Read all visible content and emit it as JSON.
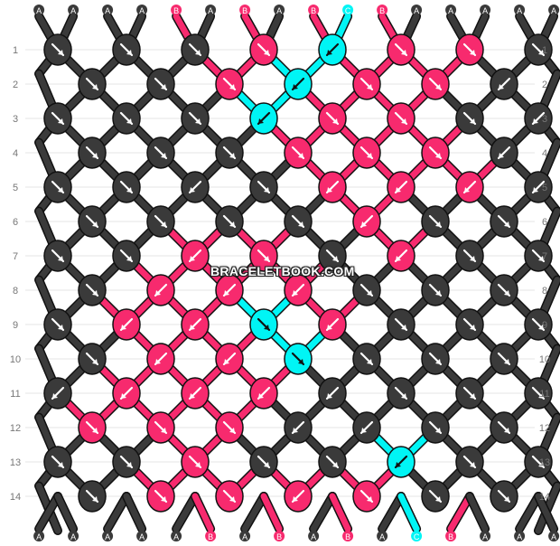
{
  "site_watermark": "BRACELETBOOK.COM",
  "colors": {
    "A": "#3a3a3a",
    "B": "#f72a6e",
    "C": "#00f5f5"
  },
  "string_labels_top": [
    "A",
    "A",
    "A",
    "A",
    "B",
    "A",
    "B",
    "A",
    "B",
    "C",
    "B",
    "A",
    "A",
    "A",
    "A",
    "A"
  ],
  "string_labels_bottom": [
    "A",
    "A",
    "A",
    "A",
    "A",
    "B",
    "A",
    "B",
    "A",
    "B",
    "A",
    "C",
    "B",
    "A",
    "A",
    "A"
  ],
  "row_numbers": [
    "1",
    "2",
    "3",
    "4",
    "5",
    "6",
    "7",
    "8",
    "9",
    "10",
    "11",
    "12",
    "13",
    "14"
  ],
  "knot_color_rows": [
    [
      "A",
      "A",
      "A",
      "B",
      "C",
      "B",
      "B",
      "A"
    ],
    [
      "A",
      "A",
      "B",
      "C",
      "B",
      "B",
      "A"
    ],
    [
      "A",
      "A",
      "A",
      "C",
      "B",
      "B",
      "A",
      "A"
    ],
    [
      "A",
      "A",
      "A",
      "B",
      "B",
      "B",
      "A"
    ],
    [
      "A",
      "A",
      "A",
      "A",
      "B",
      "B",
      "B",
      "A"
    ],
    [
      "A",
      "A",
      "A",
      "A",
      "B",
      "A",
      "A"
    ],
    [
      "A",
      "A",
      "B",
      "B",
      "A",
      "B",
      "A",
      "A"
    ],
    [
      "A",
      "B",
      "B",
      "B",
      "A",
      "A",
      "A"
    ],
    [
      "A",
      "B",
      "B",
      "C",
      "B",
      "A",
      "A",
      "A"
    ],
    [
      "A",
      "B",
      "B",
      "C",
      "A",
      "A",
      "A"
    ],
    [
      "A",
      "B",
      "B",
      "B",
      "A",
      "A",
      "A",
      "A"
    ],
    [
      "B",
      "B",
      "B",
      "A",
      "A",
      "A",
      "A"
    ],
    [
      "A",
      "A",
      "B",
      "A",
      "A",
      "C",
      "A",
      "A"
    ],
    [
      "A",
      "B",
      "B",
      "B",
      "B",
      "A",
      "A"
    ]
  ],
  "knot_direction_rows": [
    [
      "right",
      "right",
      "right",
      "right",
      "left",
      "right",
      "right",
      "right"
    ],
    [
      "right",
      "right",
      "right",
      "left",
      "right",
      "right",
      "left"
    ],
    [
      "right",
      "right",
      "right",
      "left",
      "right",
      "right",
      "right",
      "left"
    ],
    [
      "right",
      "right",
      "right",
      "right",
      "right",
      "right",
      "left"
    ],
    [
      "right",
      "right",
      "left",
      "right",
      "left",
      "left",
      "left",
      "left"
    ],
    [
      "right",
      "right",
      "right",
      "right",
      "left",
      "right",
      "right"
    ],
    [
      "right",
      "right",
      "left",
      "right",
      "right",
      "left",
      "right",
      "right"
    ],
    [
      "right",
      "left",
      "left",
      "left",
      "right",
      "right",
      "right"
    ],
    [
      "right",
      "left",
      "left",
      "right",
      "left",
      "right",
      "right",
      "right"
    ],
    [
      "right",
      "left",
      "left",
      "right",
      "right",
      "right",
      "right"
    ],
    [
      "left",
      "left",
      "left",
      "left",
      "left",
      "right",
      "right",
      "right"
    ],
    [
      "right",
      "right",
      "right",
      "left",
      "left",
      "right",
      "right"
    ],
    [
      "right",
      "right",
      "right",
      "right",
      "right",
      "left",
      "right",
      "right"
    ],
    [
      "right",
      "right",
      "right",
      "left",
      "right",
      "right",
      "right"
    ]
  ]
}
